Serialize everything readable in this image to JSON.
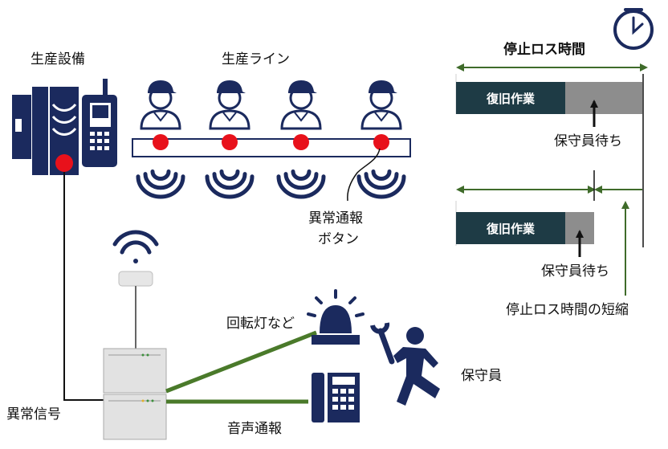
{
  "labels": {
    "production_equipment": "生産設備",
    "production_line": "生産ライン",
    "abnormal_button": [
      "異常通報",
      "ボタン"
    ],
    "stop_loss_time": "停止ロス時間",
    "recovery_work": "復旧作業",
    "waiting_for_maintenance": "保守員待ち",
    "stop_loss_reduction": "停止ロス時間の短縮",
    "rotating_light": "回転灯など",
    "maintenance_staff": "保守員",
    "abnormal_signal": "異常信号",
    "voice_report": "音声通報"
  },
  "colors": {
    "navy": "#1b2a5e",
    "dark_teal": "#1e3b45",
    "gray_bar": "#8d8d8d",
    "green_line": "#4a7a2a",
    "red_dot": "#e8111b",
    "arrow_green": "#3f6b2a"
  },
  "icons": [
    "clock-icon",
    "wifi-icon",
    "worker-icon",
    "wave-icon",
    "beacon-light-icon",
    "phone-icon",
    "running-person-icon",
    "wrench-icon",
    "control-box-icon"
  ]
}
